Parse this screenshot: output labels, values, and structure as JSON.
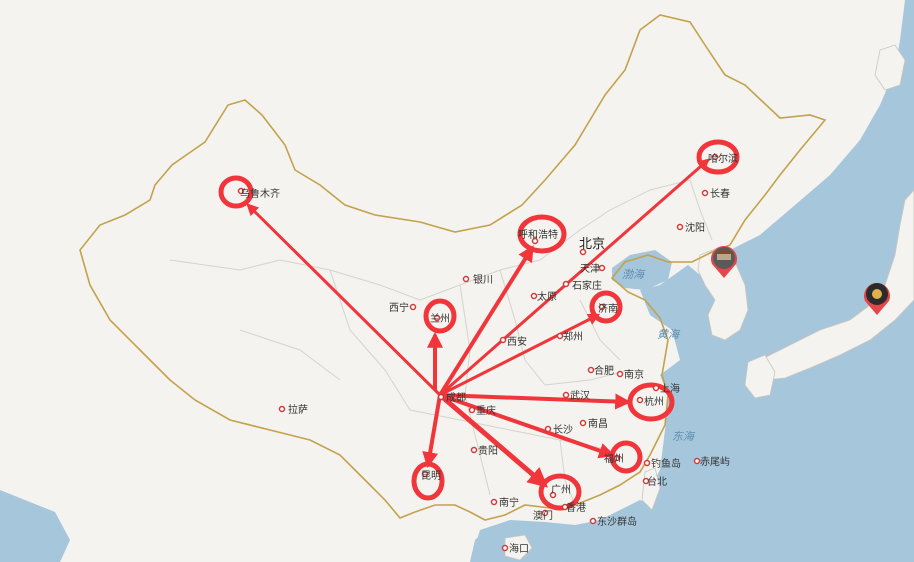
{
  "map": {
    "colors": {
      "land": "#f4f3ef",
      "sea": "#a6c6dc",
      "border": "#c4a24c",
      "province": "#d6d3cc",
      "highlight": "#f0353b",
      "city_dot": "#d23a3a"
    },
    "capital": "北京",
    "origin": {
      "name": "成都"
    },
    "targets": [
      {
        "name": "乌鲁木齐"
      },
      {
        "name": "兰州"
      },
      {
        "name": "呼和浩特"
      },
      {
        "name": "哈尔滨"
      },
      {
        "name": "济南"
      },
      {
        "name": "杭州"
      },
      {
        "name": "福州"
      },
      {
        "name": "广州"
      },
      {
        "name": "昆明"
      }
    ],
    "cities": [
      {
        "name": "银川"
      },
      {
        "name": "西宁"
      },
      {
        "name": "天津"
      },
      {
        "name": "石家庄"
      },
      {
        "name": "太原"
      },
      {
        "name": "郑州"
      },
      {
        "name": "西安"
      },
      {
        "name": "长春"
      },
      {
        "name": "沈阳"
      },
      {
        "name": "合肥"
      },
      {
        "name": "南京"
      },
      {
        "name": "上海"
      },
      {
        "name": "武汉"
      },
      {
        "name": "重庆"
      },
      {
        "name": "南昌"
      },
      {
        "name": "长沙"
      },
      {
        "name": "贵阳"
      },
      {
        "name": "拉萨"
      },
      {
        "name": "南宁"
      },
      {
        "name": "澳门"
      },
      {
        "name": "香港"
      },
      {
        "name": "台北"
      },
      {
        "name": "钓鱼岛"
      },
      {
        "name": "赤尾屿"
      },
      {
        "name": "东沙群岛"
      },
      {
        "name": "海口"
      }
    ],
    "seas": [
      {
        "name": "渤海"
      },
      {
        "name": "黄海"
      },
      {
        "name": "东海"
      }
    ],
    "markers": [
      {
        "icon": "seoul-landmark-pin-icon"
      },
      {
        "icon": "tokyo-tower-pin-icon"
      }
    ]
  }
}
